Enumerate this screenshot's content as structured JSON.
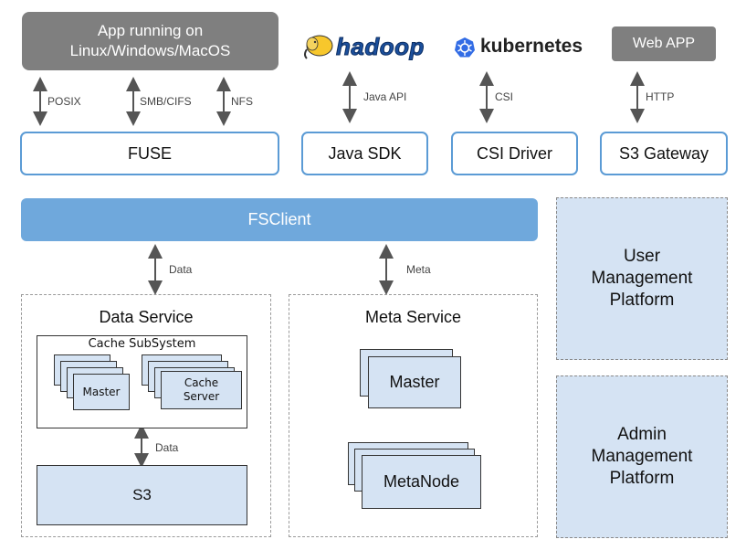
{
  "top": {
    "app_box": "App running on\nLinux/Windows/MacOS",
    "hadoop_logo": "hadoop",
    "kubernetes_logo": "kubernetes",
    "webapp_box": "Web APP"
  },
  "protocols": {
    "posix": "POSIX",
    "smb": "SMB/CIFS",
    "nfs": "NFS",
    "java_api": "Java API",
    "csi": "CSI",
    "http": "HTTP"
  },
  "clients": {
    "fuse": "FUSE",
    "java_sdk": "Java SDK",
    "csi_driver": "CSI Driver",
    "s3_gateway": "S3 Gateway"
  },
  "fsclient": "FSClient",
  "links": {
    "data": "Data",
    "meta": "Meta"
  },
  "data_service": {
    "title": "Data Service",
    "cache_subsystem": "Cache SubSystem",
    "master": "Master",
    "cache_server": "Cache\nServer",
    "inner_link": "Data",
    "s3": "S3"
  },
  "meta_service": {
    "title": "Meta Service",
    "master": "Master",
    "metanode": "MetaNode"
  },
  "platforms": {
    "user": "User\nManagement\nPlatform",
    "admin": "Admin\nManagement\nPlatform"
  },
  "colors": {
    "accent_blue": "#5b9bd5",
    "fsclient_fill": "#6fa8dc",
    "light_blue": "#d5e3f3",
    "grey_box": "#7f7f7f"
  }
}
